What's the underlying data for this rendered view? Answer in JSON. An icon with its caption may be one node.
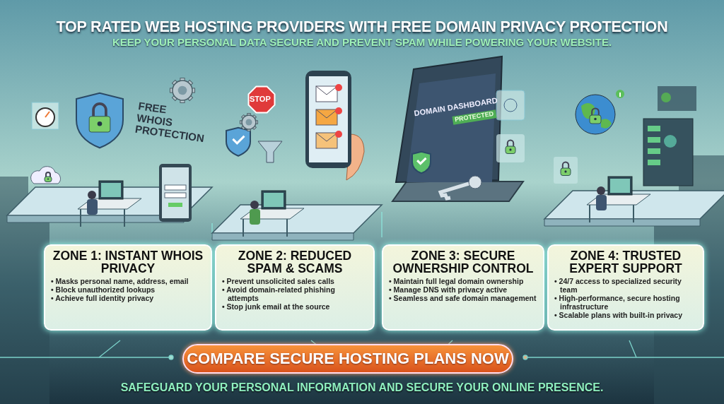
{
  "diagram": {
    "title": "TOP RATED WEB HOSTING PROVIDERS WITH FREE DOMAIN PRIVACY PROTECTION",
    "caption": "SAFEGUARD YOUR PERSONAL INFORMATION AND SECURE YOUR ONLINE PRESENCE.",
    "nodes": [
      {
        "text": [
          "ZONE 1: INSTANT WHOIS PRIVACY",
          "• Masks personal name, address, email",
          "• Block unauthorized lookups",
          "• Achieve full identity privacy"
        ]
      },
      {
        "text": [
          "ZONE 2: REDUCED SPAM & SCAMS",
          "• Prevent unsolicited sales calls",
          "• Avoid domain-related phishing attempts",
          "• Stop junk email at the source"
        ]
      },
      {
        "text": [
          "ZONE 3: SECURE OWNERSHIP CONTROL",
          "• Maintain full legal domain ownership",
          "• Manage DNS with privacy active",
          "• Seamless and safe domain management"
        ]
      },
      {
        "text": [
          "ZONE 4: TRUSTED EXPERT SUPPORT",
          "• 24/7 access to specialized security team",
          "• High-performance, secure hosting infrastructure",
          "• Scalable plans with built-in privacy"
        ]
      },
      {
        "text": [
          "COMPARE SECURE HOSTING PLANS NOW"
        ]
      }
    ],
    "labels": [
      "KEEP YOUR PERSONAL DATA SECURE AND PREVENT SPAM WHILE POWERING YOUR WEBSITE.",
      "FREE WHOIS PROTECTION",
      "STOP",
      "DOMAIN DASHBOARD",
      "PROTECTED"
    ]
  }
}
